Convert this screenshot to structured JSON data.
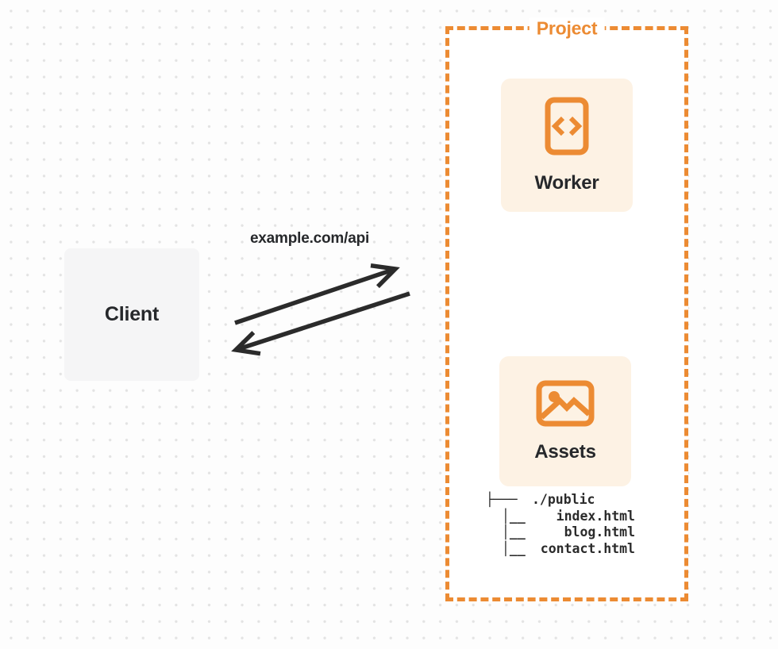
{
  "diagram": {
    "client": {
      "label": "Client"
    },
    "request": {
      "label": "example.com/api"
    },
    "project": {
      "label": "Project",
      "worker": {
        "label": "Worker",
        "icon": "code-document-icon"
      },
      "assets": {
        "label": "Assets",
        "icon": "image-icon"
      },
      "file_tree": {
        "root_glyph": "├───",
        "branch_glyph": "│__",
        "root": "./public",
        "files": [
          "index.html",
          "blog.html",
          "contact.html"
        ]
      }
    },
    "colors": {
      "accent_orange": "#ec8b33",
      "card_cream": "#fdf2e4",
      "client_gray": "#f5f5f6",
      "ink": "#26282b",
      "arrow_ink": "#2b2b2b",
      "dot_grid": "#e3e3e3"
    }
  }
}
